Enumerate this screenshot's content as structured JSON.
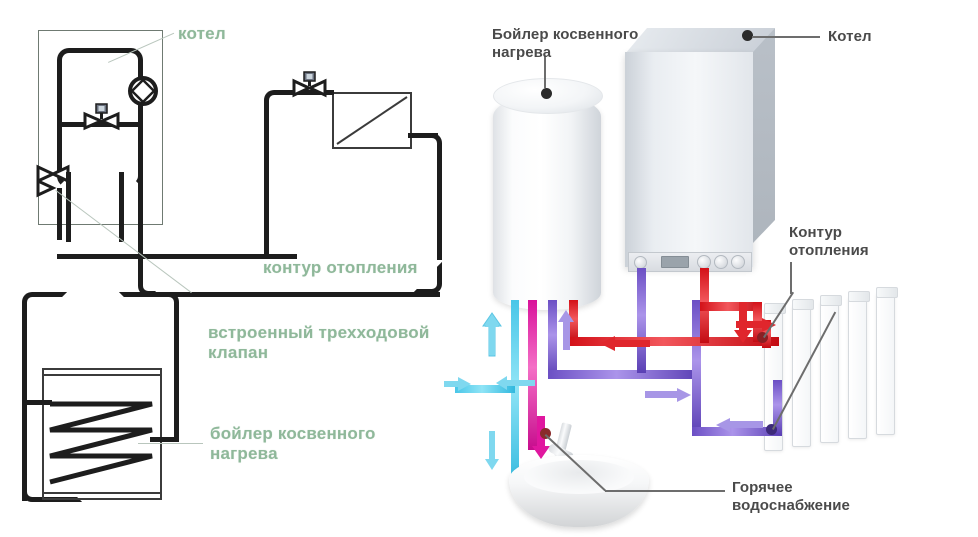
{
  "diagram": {
    "title_domain": "heating-system-schematic",
    "left_panel": {
      "name": "schematic-diagram",
      "labels": [
        {
          "id": "boiler",
          "text": "котел",
          "color": "#8fb89a"
        },
        {
          "id": "heating_loop",
          "text": "контур отопления",
          "color": "#8fb89a"
        },
        {
          "id": "three_way",
          "line1": "встроенный трехходовой",
          "line2": "клапан",
          "color": "#8fb89a"
        },
        {
          "id": "indirect_tank",
          "line1": "бойлер косвенного",
          "line2": "нагрева",
          "color": "#8fb89a"
        }
      ],
      "symbols": {
        "pump": "circulation-pump",
        "valve": "thermostatic-valve",
        "three_way_valve": "three-way-valve",
        "radiator": "radiator-symbol",
        "coil": "heat-exchanger-coil"
      }
    },
    "right_panel": {
      "name": "pictorial-diagram",
      "labels": [
        {
          "id": "tank",
          "line1": "Бойлер косвенного",
          "line2": "нагрева",
          "color": "#4a4a4a"
        },
        {
          "id": "boiler",
          "text": "Котел",
          "color": "#4a4a4a"
        },
        {
          "id": "circuit",
          "line1": "Контур",
          "line2": "отопления",
          "color": "#4a4a4a"
        },
        {
          "id": "dhw",
          "line1": "Горячее",
          "line2": "водоснабжение",
          "color": "#4a4a4a"
        }
      ],
      "pipe_legend": [
        {
          "id": "cold-water",
          "color": "#49c6e8"
        },
        {
          "id": "hot-water",
          "color": "#d8129a"
        },
        {
          "id": "return-line",
          "color": "#6b4fc4"
        },
        {
          "id": "supply-line",
          "color": "#d31118"
        }
      ],
      "objects": {
        "tank": "indirect-water-heater-tank",
        "boiler": "wall-mounted-gas-boiler",
        "radiator": "panel-radiator",
        "basin": "wash-basin",
        "faucet": "faucet"
      }
    }
  }
}
